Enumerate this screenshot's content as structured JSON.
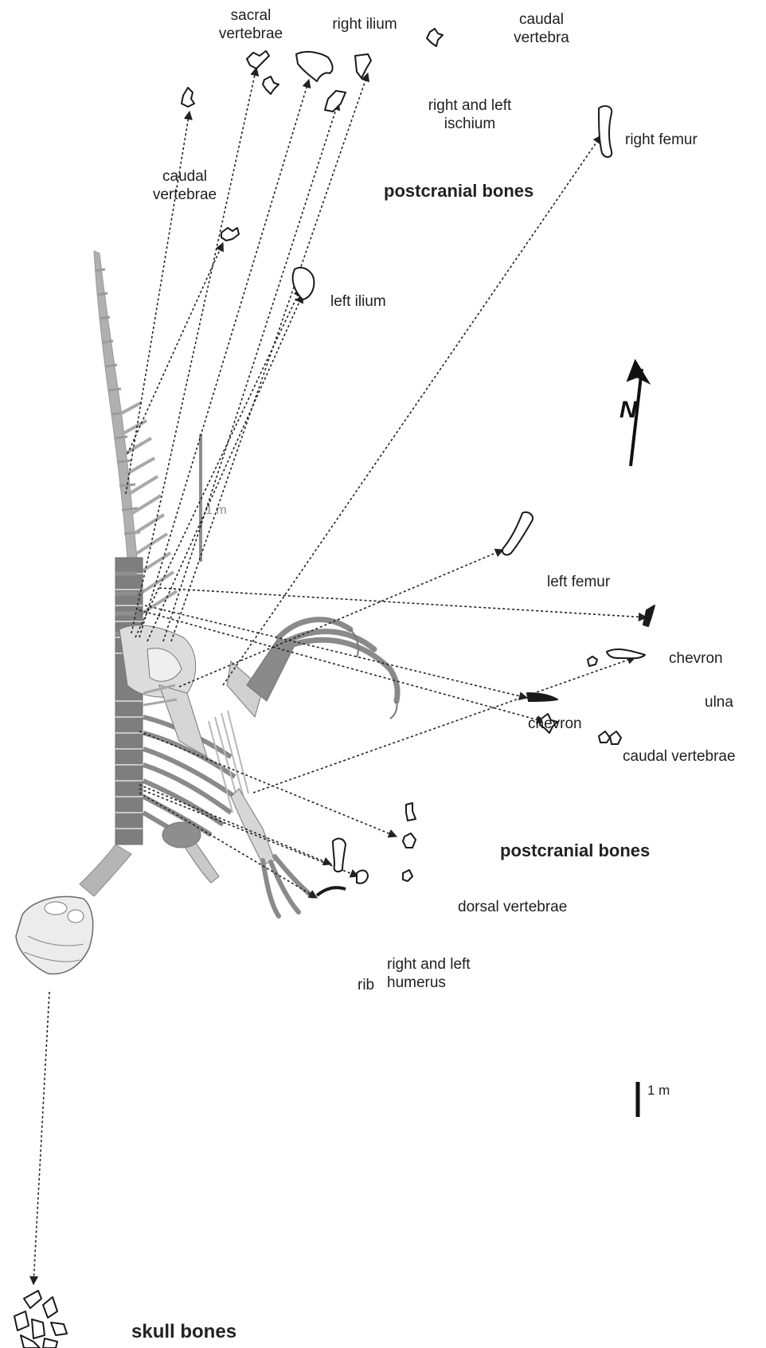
{
  "labels": {
    "sacral_vertebrae": "sacral\nvertebrae",
    "right_ilium": "right ilium",
    "caudal_vertebra": "caudal\nvertebra",
    "right_left_ischium": "right and left\nischium",
    "right_femur": "right femur",
    "caudal_vertebrae_top": "caudal\nvertebrae",
    "left_ilium": "left ilium",
    "left_femur": "left femur",
    "chevron_1": "chevron",
    "ulna": "ulna",
    "chevron_2": "chevron",
    "caudal_vertebrae_right": "caudal vertebrae",
    "dorsal_vertebrae": "dorsal vertebrae",
    "rib": "rib",
    "right_left_humerus": "right and left\nhumerus",
    "skeleton_scale": "1 m"
  },
  "headings": {
    "postcranial_top": "postcranial bones",
    "postcranial_bottom": "postcranial bones",
    "skull": "skull bones"
  },
  "scale_bar": {
    "label": "1 m"
  },
  "north_arrow": {
    "label": "N"
  },
  "colors": {
    "skeleton": "#9c9c9c",
    "skeleton_dark": "#7a7a7a",
    "bone_fill": "#ffffff",
    "outline": "#1a1a1a",
    "arrow": "#222222"
  }
}
